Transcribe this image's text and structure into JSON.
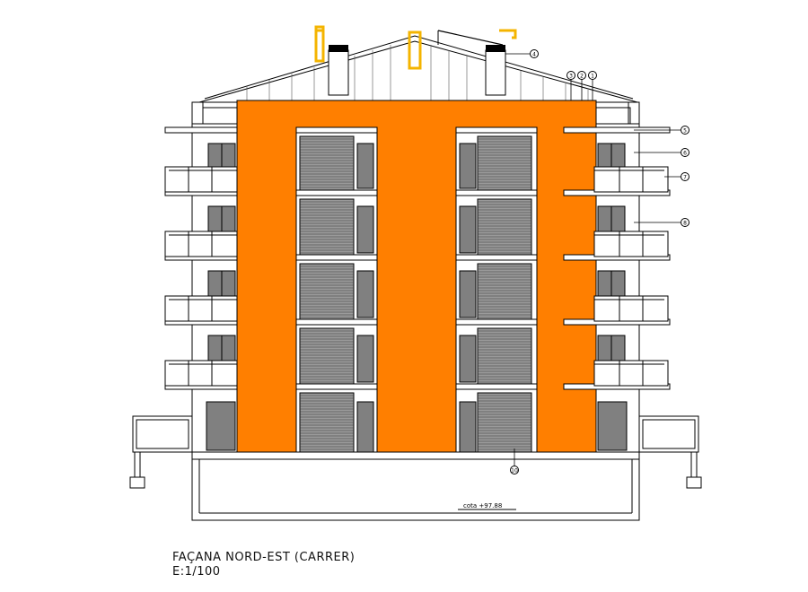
{
  "drawing": {
    "title": "FAÇANA NORD-EST (CARRER)",
    "scale": "E:1/100",
    "level_label": "cota +97.88",
    "callouts": [
      "1",
      "2",
      "3",
      "4",
      "5",
      "6",
      "7",
      "8",
      "10"
    ]
  },
  "colors": {
    "facade_orange": "#ff7f00",
    "chimney_yellow": "#f4b400",
    "window_gray": "#808080",
    "shutter_gray": "#9a9a9a",
    "line": "#000000"
  },
  "icons": [
    "chimney-icon",
    "callout-marker-icon"
  ]
}
